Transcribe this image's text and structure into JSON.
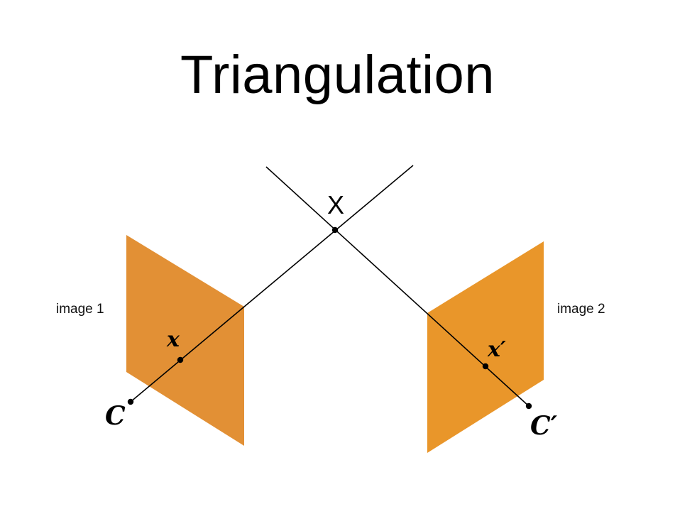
{
  "title": "Triangulation",
  "labels": {
    "image1": "image 1",
    "image2": "image 2",
    "point_X": "X",
    "point_x": "x",
    "point_x_prime": "x′",
    "center_C": "C",
    "center_C_prime": "C′"
  },
  "colors": {
    "plane_left": "#e08a2a",
    "plane_right": "#e8901f",
    "line": "#000000",
    "background": "#ffffff"
  }
}
